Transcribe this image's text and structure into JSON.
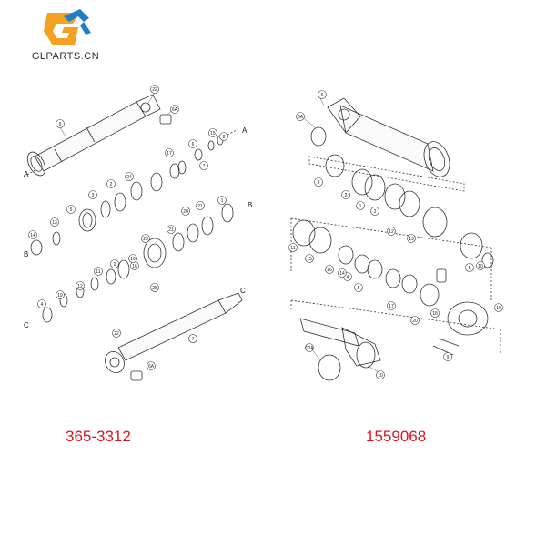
{
  "brand": {
    "name": "GLPARTS.CN",
    "accent_colors": [
      "#f4a020",
      "#1f7ec4"
    ]
  },
  "labels": {
    "left_part_number": "365-3312",
    "right_part_number": "1559068",
    "color": "#e0141b"
  },
  "left_diagram": {
    "section_letters": [
      "A",
      "A",
      "B",
      "B",
      "C",
      "C"
    ],
    "callouts": [
      "22",
      "9",
      "6A",
      "15",
      "8",
      "17",
      "6",
      "7",
      "24",
      "2",
      "3",
      "5",
      "14",
      "13",
      "1",
      "21",
      "20",
      "21",
      "23",
      "16",
      "25",
      "4",
      "19",
      "12",
      "11",
      "2",
      "10",
      "9",
      "22",
      "6A",
      "7"
    ]
  },
  "right_diagram": {
    "callouts": [
      "6",
      "6A",
      "8",
      "2",
      "1",
      "3",
      "12",
      "13",
      "11",
      "15",
      "16",
      "4",
      "5",
      "17",
      "18",
      "5",
      "10",
      "14",
      "19",
      "20",
      "9",
      "10A",
      "10"
    ]
  }
}
